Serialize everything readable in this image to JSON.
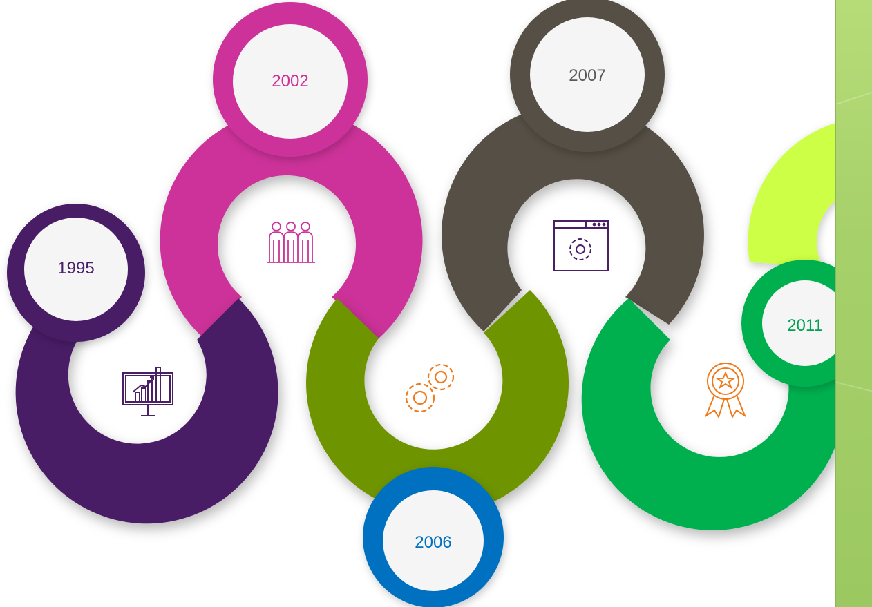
{
  "milestones": [
    {
      "year": "1995",
      "color": "#4a1f66",
      "year_color": "#4a1f66",
      "icon": "presentation-chart-icon",
      "icon_color": "#4a1f66"
    },
    {
      "year": "2002",
      "color": "#cc3399",
      "year_color": "#cc3399",
      "icon": "team-people-icon",
      "icon_color": "#cc3399"
    },
    {
      "year": "2006",
      "color": "#6e9400",
      "year_color": "#0070c0",
      "icon": "gears-icon",
      "icon_color": "#f07a1a",
      "ring_color": "#0070c0"
    },
    {
      "year": "2007",
      "color": "#554f44",
      "year_color": "#595959",
      "icon": "browser-settings-icon",
      "icon_color": "#4a1f66"
    },
    {
      "year": "2011",
      "color": "#00b050",
      "year_color": "#00a050",
      "icon": "award-ribbon-icon",
      "icon_color": "#f07a1a"
    }
  ],
  "accent_lime": "#ccff44",
  "panel_color": "#a6d06a"
}
